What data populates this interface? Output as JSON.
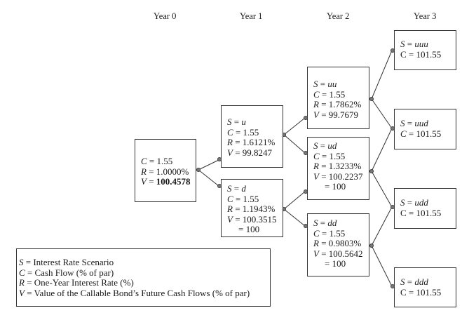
{
  "years": [
    "Year 0",
    "Year 1",
    "Year 2",
    "Year 3"
  ],
  "nodes": {
    "n0": {
      "C": "1.55",
      "R": "1.0000%",
      "V": "100.4578"
    },
    "u": {
      "S": "u",
      "C": "1.55",
      "R": "1.6121%",
      "V": "99.8247"
    },
    "d": {
      "S": "d",
      "C": "1.55",
      "R": "1.1943%",
      "V": "100.3515",
      "call": "= 100"
    },
    "uu": {
      "S": "uu",
      "C": "1.55",
      "R": "1.7862%",
      "V": "99.7679"
    },
    "ud": {
      "S": "ud",
      "C": "1.55",
      "R": "1.3233%",
      "V": "100.2237",
      "call": "= 100"
    },
    "dd": {
      "S": "dd",
      "C": "1.55",
      "R": "0.9803%",
      "V": "100.5642",
      "call": "= 100"
    },
    "uuu": {
      "S": "uuu",
      "C": "101.55"
    },
    "uud": {
      "S": "uud",
      "C": "101.55"
    },
    "udd": {
      "S": "udd",
      "C": "101.55"
    },
    "ddd": {
      "S": "ddd",
      "C": "101.55"
    }
  },
  "labels": {
    "S": "S",
    "C": "C",
    "R": "R",
    "V": "V",
    "eq": " = "
  },
  "legend": [
    {
      "sym": "S",
      "text": " = Interest Rate Scenario"
    },
    {
      "sym": "C",
      "text": " = Cash Flow (% of par)"
    },
    {
      "sym": "R",
      "text": " = One-Year Interest Rate (%)"
    },
    {
      "sym": "V",
      "text": " = Value of the Callable Bond’s Future Cash Flows (% of par)"
    }
  ],
  "colors": {
    "line": "#333333",
    "node": "#777777"
  }
}
